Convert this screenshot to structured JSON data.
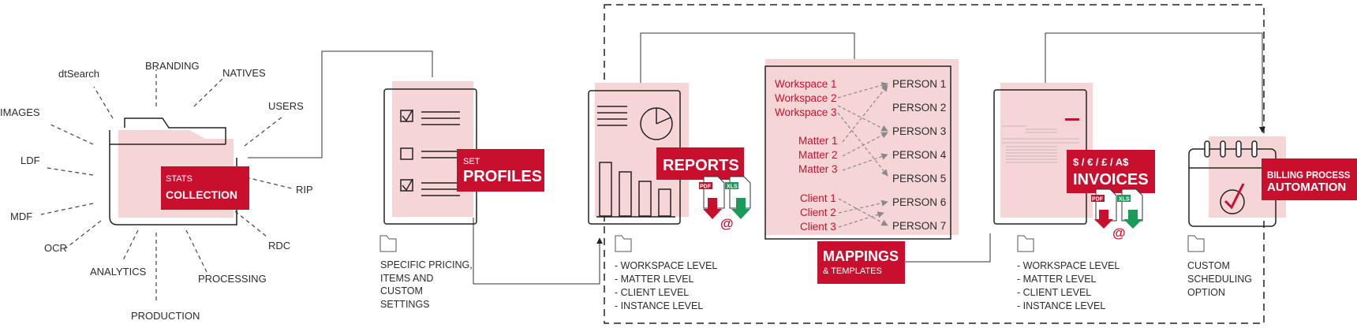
{
  "colors": {
    "accent": "#c8102e",
    "pink": "#f6d5d6",
    "ink": "#222222",
    "arrow": "#8a8a8a",
    "excel": "#1a9b5a"
  },
  "sources": [
    "IMAGES",
    "dtSearch",
    "BRANDING",
    "NATIVES",
    "USERS",
    "LDF",
    "RIP",
    "MDF",
    "RDC",
    "OCR",
    "ANALYTICS",
    "PROCESSING",
    "PRODUCTION"
  ],
  "stats": {
    "small": "STATS",
    "big": "COLLECTION"
  },
  "profiles": {
    "small": "SET",
    "big": "PROFILES",
    "folder_text": [
      "SPECIFIC PRICING,",
      "ITEMS AND",
      "CUSTOM",
      "SETTINGS"
    ]
  },
  "reports": {
    "big": "REPORTS",
    "levels": [
      "- WORKSPACE LEVEL",
      "- MATTER LEVEL",
      "- CLIENT LEVEL",
      "- INSTANCE LEVEL"
    ]
  },
  "file_icons": {
    "pdf": "PDF",
    "xls": "XLS",
    "email": "@"
  },
  "mappings": {
    "big": "MAPPINGS",
    "small": "& TEMPLATES",
    "left": [
      "Workspace 1",
      "Workspace 2",
      "Workspace 3",
      "Matter 1",
      "Matter 2",
      "Matter 3",
      "Client 1",
      "Client 2",
      "Client 3"
    ],
    "right": [
      "PERSON 1",
      "PERSON 2",
      "PERSON 3",
      "PERSON 4",
      "PERSON 5",
      "PERSON 6",
      "PERSON 7"
    ]
  },
  "invoices": {
    "small": "$ / € / £ / A$",
    "big": "INVOICES",
    "levels": [
      "- WORKSPACE LEVEL",
      "- MATTER LEVEL",
      "- CLIENT LEVEL",
      "- INSTANCE LEVEL"
    ]
  },
  "billing": {
    "small": "BILLING PROCESS",
    "big": "AUTOMATION",
    "folder_text": [
      "CUSTOM",
      "SCHEDULING",
      "OPTION"
    ]
  }
}
